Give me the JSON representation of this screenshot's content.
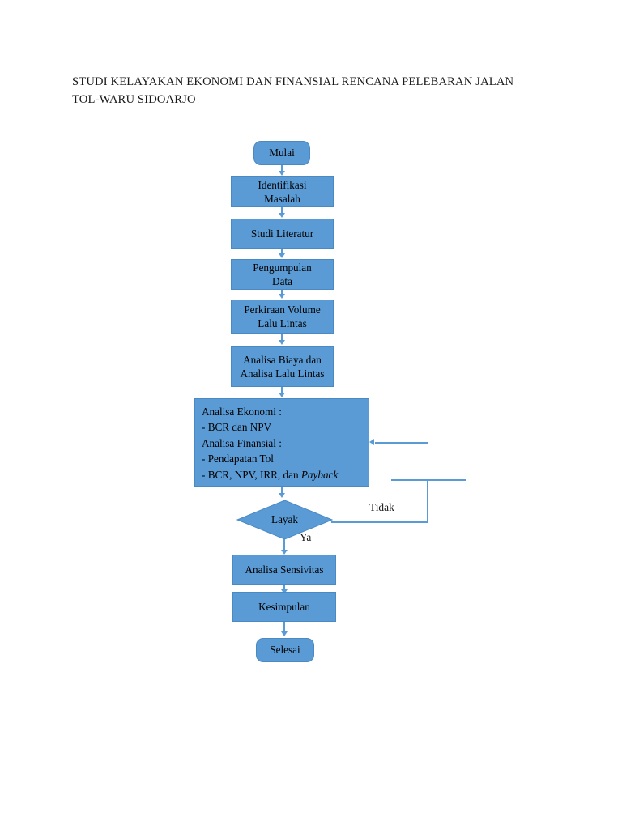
{
  "document": {
    "title": "STUDI KELAYAKAN EKONOMI DAN FINANSIAL RENCANA PELEBARAN JALAN\nTOL-WARU SIDOARJO"
  },
  "colors": {
    "node_fill": "#5B9BD5",
    "node_border": "#4A8AC4",
    "connector": "#5B9BD5",
    "text": "#000000",
    "page_background": "#ffffff"
  },
  "chart_data": {
    "type": "diagram",
    "diagram_kind": "flowchart",
    "title": "STUDI KELAYAKAN EKONOMI DAN FINANSIAL RENCANA PELEBARAN JALAN TOL-WARU SIDOARJO",
    "orientation": "top-to-bottom",
    "nodes": [
      {
        "id": "mulai",
        "label": "Mulai",
        "shape": "terminator"
      },
      {
        "id": "identifikasi",
        "label": "Identifikasi\nMasalah",
        "shape": "rectangle"
      },
      {
        "id": "literatur",
        "label": "Studi Literatur",
        "shape": "rectangle"
      },
      {
        "id": "pengumpulan",
        "label": "Pengumpulan\nData",
        "shape": "rectangle"
      },
      {
        "id": "volume",
        "label": "Perkiraan Volume\nLalu Lintas",
        "shape": "rectangle"
      },
      {
        "id": "biaya",
        "label": "Analisa Biaya dan\nAnalisa Lalu Lintas",
        "shape": "rectangle"
      },
      {
        "id": "ekonomi",
        "label": "Analisa Ekonomi :\n- BCR dan NPV\nAnalisa Finansial :\n- Pendapatan Tol\n- BCR, NPV, IRR, dan Payback",
        "shape": "rectangle",
        "align": "left"
      },
      {
        "id": "layak",
        "label": "Layak",
        "shape": "diamond"
      },
      {
        "id": "sensivitas",
        "label": "Analisa Sensivitas",
        "shape": "rectangle"
      },
      {
        "id": "kesimpulan",
        "label": "Kesimpulan",
        "shape": "rectangle"
      },
      {
        "id": "selesai",
        "label": "Selesai",
        "shape": "terminator"
      }
    ],
    "ekonomi_lines": [
      {
        "text": "Analisa Ekonomi :",
        "style": "normal"
      },
      {
        "text": "- BCR dan NPV",
        "style": "normal"
      },
      {
        "text": "Analisa Finansial :",
        "style": "normal"
      },
      {
        "text": "- Pendapatan Tol",
        "style": "normal"
      },
      {
        "text": "- BCR, NPV, IRR, dan ",
        "style": "normal",
        "tail": "Payback",
        "tail_style": "italic"
      }
    ],
    "edges": [
      {
        "from": "mulai",
        "to": "identifikasi",
        "label": ""
      },
      {
        "from": "identifikasi",
        "to": "literatur",
        "label": ""
      },
      {
        "from": "literatur",
        "to": "pengumpulan",
        "label": ""
      },
      {
        "from": "pengumpulan",
        "to": "volume",
        "label": ""
      },
      {
        "from": "volume",
        "to": "biaya",
        "label": ""
      },
      {
        "from": "biaya",
        "to": "ekonomi",
        "label": ""
      },
      {
        "from": "ekonomi",
        "to": "layak",
        "label": ""
      },
      {
        "from": "layak",
        "to": "sensivitas",
        "label": "Ya"
      },
      {
        "from": "layak",
        "to": "ekonomi",
        "label": "Tidak",
        "routing": "feedback-right"
      },
      {
        "from": "sensivitas",
        "to": "kesimpulan",
        "label": ""
      },
      {
        "from": "kesimpulan",
        "to": "selesai",
        "label": ""
      }
    ]
  },
  "labels": {
    "mulai": "Mulai",
    "identifikasi": "Identifikasi\nMasalah",
    "literatur": "Studi Literatur",
    "pengumpulan": "Pengumpulan\nData",
    "volume": "Perkiraan Volume\nLalu Lintas",
    "biaya": "Analisa Biaya dan\nAnalisa Lalu Lintas",
    "ekonomi_line1": "Analisa Ekonomi :",
    "ekonomi_line2": "- BCR dan NPV",
    "ekonomi_line3": "Analisa Finansial :",
    "ekonomi_line4": "- Pendapatan Tol",
    "ekonomi_line5_prefix": "- BCR, NPV, IRR, dan ",
    "ekonomi_line5_italic": "Payback",
    "layak": "Layak",
    "sensivitas": "Analisa Sensivitas",
    "kesimpulan": "Kesimpulan",
    "selesai": "Selesai",
    "branch_ya": "Ya",
    "branch_tidak": "Tidak"
  }
}
